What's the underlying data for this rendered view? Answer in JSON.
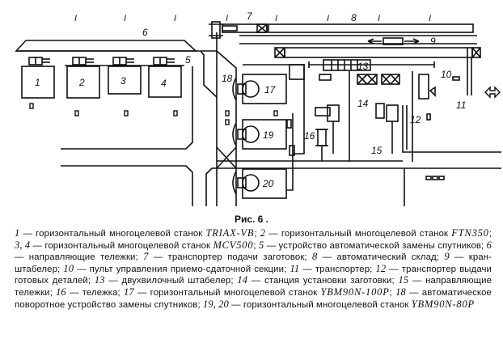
{
  "figure": {
    "caption": "Рис. 6 .",
    "labels": {
      "m1": "1",
      "m2": "2",
      "m3": "3",
      "m4": "4",
      "l5": "5",
      "l6": "6",
      "l7": "7",
      "l8": "8",
      "l9": "9",
      "l10": "10",
      "l11": "11",
      "l12": "12",
      "l13": "13",
      "l14": "14",
      "l15": "15",
      "l16": "16",
      "m17": "17",
      "l18": "18",
      "m19": "19",
      "m20": "20"
    },
    "column_marker": "I"
  },
  "legend": [
    {
      "num": "1",
      "text": " — горизонтальный многоцелевой станок ",
      "model": "TRIAX-VB",
      "sep": "; "
    },
    {
      "num": "2",
      "text": " — горизонтальный многоцелевой станок ",
      "model": "FTN350",
      "sep": "; "
    },
    {
      "num": "3, 4",
      "text": " — горизонтальный многоцелевой станок ",
      "model": "MCV500",
      "sep": "; "
    },
    {
      "num": "5",
      "text": " — устройство автоматической замены спутников",
      "sep": "; "
    },
    {
      "num": "6",
      "text": " — направляющие тележки",
      "sep": "; "
    },
    {
      "num": "7",
      "text": " — транспортер подачи заготовок",
      "sep": "; "
    },
    {
      "num": "8",
      "text": " — автоматический склад",
      "sep": "; "
    },
    {
      "num": "9",
      "text": " — кран-штабелер",
      "sep": "; "
    },
    {
      "num": "10",
      "text": " — пульт управления приемо-сдаточной секции",
      "sep": "; "
    },
    {
      "num": "11",
      "text": " — транспортер",
      "sep": "; "
    },
    {
      "num": "12",
      "text": " — транспортер выдачи готовых деталей",
      "sep": "; "
    },
    {
      "num": "13",
      "text": " — двухвилочный штабелер",
      "sep": "; "
    },
    {
      "num": "14",
      "text": " — станция установки заготовки",
      "sep": "; "
    },
    {
      "num": "15",
      "text": " — направляющие тележки",
      "sep": "; "
    },
    {
      "num": "16",
      "text": " — тележка",
      "sep": "; "
    },
    {
      "num": "17",
      "text": " — горизонтальный многоцелевой станок ",
      "model": "YBM90N-100P",
      "sep": "; "
    },
    {
      "num": "18",
      "text": " — автоматическое поворотное устройство замены спутников",
      "sep": "; "
    },
    {
      "num": "19, 20",
      "text": " — горизонтальный многоцелевой станок ",
      "model": "YBM90N-80P",
      "sep": ""
    }
  ]
}
